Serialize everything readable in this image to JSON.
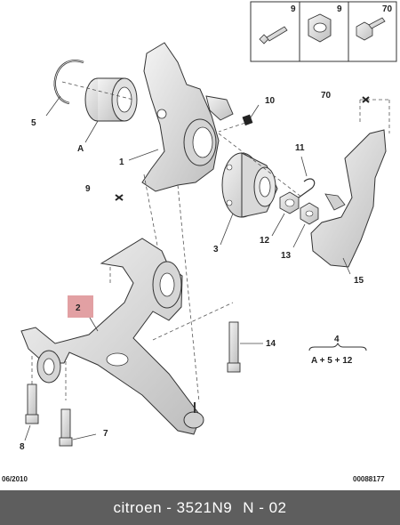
{
  "callouts": {
    "c1": "1",
    "c2": "2",
    "c3": "3",
    "c4": "4",
    "c5": "5",
    "c7": "7",
    "c8": "8",
    "c9": "9",
    "c10": "10",
    "c11": "11",
    "c12": "12",
    "c13": "13",
    "c14": "14",
    "c15": "15",
    "c70": "70",
    "cA": "A"
  },
  "inset": {
    "n9": "9",
    "n70": "70"
  },
  "formula": {
    "num": "4",
    "expr": "A + 5 + 12"
  },
  "corner": {
    "date": "06/2010",
    "ref": "00088177"
  },
  "footer": {
    "part": "citroen - 3521N9",
    "code": "N - 02"
  },
  "colors": {
    "highlight": "#e2a0a3",
    "footer": "#5e5e5e",
    "part_fill": "#e3e3e3",
    "line": "#444444"
  }
}
